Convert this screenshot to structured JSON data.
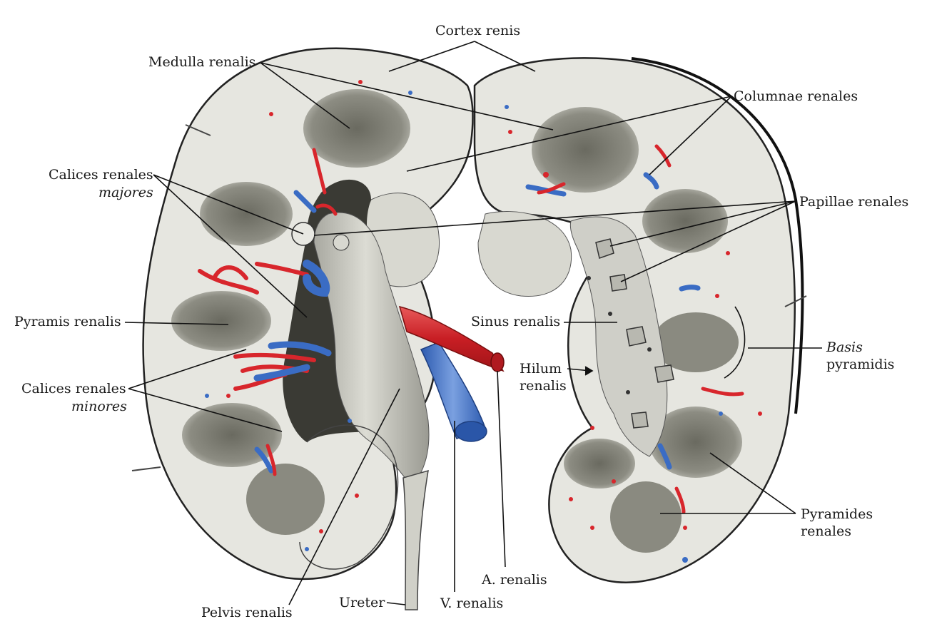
{
  "labels": {
    "cortex_renis": "Cortex renis",
    "medulla_renalis": "Medulla renalis",
    "columnae_renales": "Columnae renales",
    "calices_majores_1": "Calices renales",
    "calices_majores_2": "majores",
    "papillae_renales": "Papillae renales",
    "pyramis_renalis": "Pyramis renalis",
    "sinus_renalis": "Sinus renalis",
    "basis_pyramidis_1": "Basis",
    "basis_pyramidis_2": "pyramidis",
    "hilum_renalis_1": "Hilum",
    "hilum_renalis_2": "renalis",
    "calices_minores_1": "Calices renales",
    "calices_minores_2": "minores",
    "pyramides_renales_1": "Pyramides",
    "pyramides_renales_2": "renales",
    "a_renalis": "A. renalis",
    "ureter": "Ureter",
    "v_renalis": "V. renalis",
    "pelvis_renalis": "Pelvis renalis"
  },
  "colors": {
    "cortex": "#e6e6e0",
    "pyramid": "#7a7a70",
    "sinus": "#cfcfc8",
    "outline": "#222222",
    "artery": "#d8262c",
    "vein": "#3a6cc4",
    "hollow": "#3a3a34"
  }
}
